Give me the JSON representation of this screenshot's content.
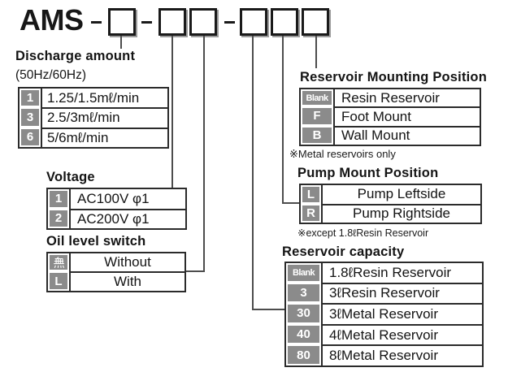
{
  "model_code": {
    "prefix": "AMS",
    "separator": "-",
    "box_groups": [
      1,
      2,
      3
    ]
  },
  "colors": {
    "code_cell_bg": "#8b8b8b",
    "code_cell_text": "#ffffff",
    "table_border": "#2b2b2b",
    "connector_line": "#4d4d4d",
    "box_shadow": "#9c9c9c"
  },
  "discharge": {
    "title": "Discharge amount",
    "subtitle": "(50Hz/60Hz)",
    "rows": [
      {
        "code": "1",
        "value": "1.25/1.5mℓ/min"
      },
      {
        "code": "3",
        "value": "2.5/3mℓ/min"
      },
      {
        "code": "6",
        "value": "5/6mℓ/min"
      }
    ]
  },
  "voltage": {
    "title": "Voltage",
    "rows": [
      {
        "code": "1",
        "value": "AC100V φ1"
      },
      {
        "code": "2",
        "value": "AC200V φ1"
      }
    ]
  },
  "oil_level_switch": {
    "title": "Oil level switch",
    "rows": [
      {
        "code": "無",
        "value": "Without"
      },
      {
        "code": "L",
        "value": "With"
      }
    ]
  },
  "reservoir_mounting": {
    "title": "Reservoir Mounting Position",
    "rows": [
      {
        "code": "Blank",
        "value": "Resin Reservoir"
      },
      {
        "code": "F",
        "value": "Foot Mount"
      },
      {
        "code": "B",
        "value": "Wall Mount"
      }
    ],
    "note": "※Metal reservoirs only"
  },
  "pump_mount": {
    "title": "Pump Mount Position",
    "rows": [
      {
        "code": "L",
        "value": "Pump Leftside"
      },
      {
        "code": "R",
        "value": "Pump Rightside"
      }
    ],
    "note": "※except 1.8ℓResin Reservoir"
  },
  "reservoir_capacity": {
    "title": "Reservoir capacity",
    "rows": [
      {
        "code": "Blank",
        "value": "1.8ℓResin Reservoir"
      },
      {
        "code": "3",
        "value": "3ℓResin Reservoir"
      },
      {
        "code": "30",
        "value": "3ℓMetal Reservoir"
      },
      {
        "code": "40",
        "value": "4ℓMetal Reservoir"
      },
      {
        "code": "80",
        "value": "8ℓMetal Reservoir"
      }
    ]
  }
}
